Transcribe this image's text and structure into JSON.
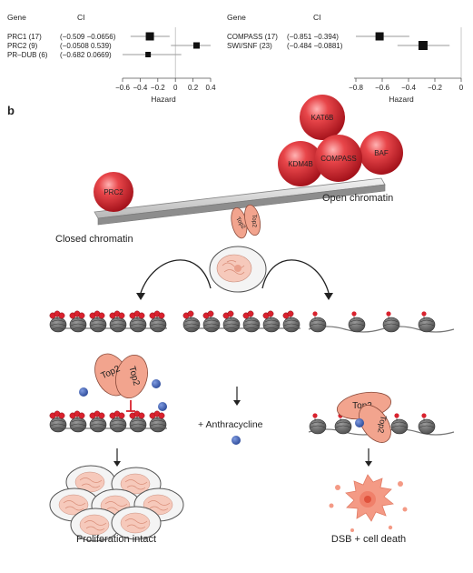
{
  "forest_left": {
    "header_gene": "Gene",
    "header_ci": "CI",
    "rows": [
      {
        "gene": "PRC1 (17)",
        "ci": "(−0.509 −0.0656)",
        "hazard": -0.29,
        "low": -0.509,
        "high": -0.0656
      },
      {
        "gene": "PRC2 (9)",
        "ci": "(−0.0508 0.539)",
        "hazard": 0.24,
        "low": -0.0508,
        "high": 0.539
      },
      {
        "gene": "PR–DUB (6)",
        "ci": "(−0.682 0.0669)",
        "hazard": -0.31,
        "low": -0.682,
        "high": 0.0669
      }
    ],
    "ticks": [
      "−0.6",
      "−0.4",
      "−0.2",
      "0",
      "0.2",
      "0.4"
    ],
    "tick_values": [
      -0.6,
      -0.4,
      -0.2,
      0,
      0.2,
      0.4
    ],
    "xlabel": "Hazard"
  },
  "forest_right": {
    "header_gene": "Gene",
    "header_ci": "CI",
    "rows": [
      {
        "gene": "COMPASS (17)",
        "ci": "(−0.851 −0.394)",
        "hazard": -0.62,
        "low": -0.851,
        "high": -0.394
      },
      {
        "gene": "SWI/SNF (23)",
        "ci": "(−0.484 −0.0881)",
        "hazard": -0.29,
        "low": -0.484,
        "high": -0.0881
      }
    ],
    "ticks": [
      "−0.8",
      "−0.6",
      "−0.4",
      "−0.2",
      "0"
    ],
    "tick_values": [
      -0.8,
      -0.6,
      -0.4,
      -0.2,
      0
    ],
    "xlabel": "Hazard"
  },
  "panel_label": "b",
  "balls": {
    "prc2": "PRC2",
    "kat6b": "KAT6B",
    "kdm4b": "KDM4B",
    "compass": "COMPASS",
    "baf": "BAF"
  },
  "top2_label": "Top2",
  "labels": {
    "closed_chromatin": "Closed chromatin",
    "open_chromatin": "Open chromatin",
    "anthracycline": "+ Anthracycline",
    "proliferation": "Proliferation intact",
    "dsb": "DSB + cell death"
  },
  "colors": {
    "sphere_red": "#d9222e",
    "top2_salmon": "#f2a48e",
    "drug_blue": "#3b5fae",
    "nucleosome_grey": "#6b6b6b",
    "beam_grey": "#a9a9a9"
  }
}
